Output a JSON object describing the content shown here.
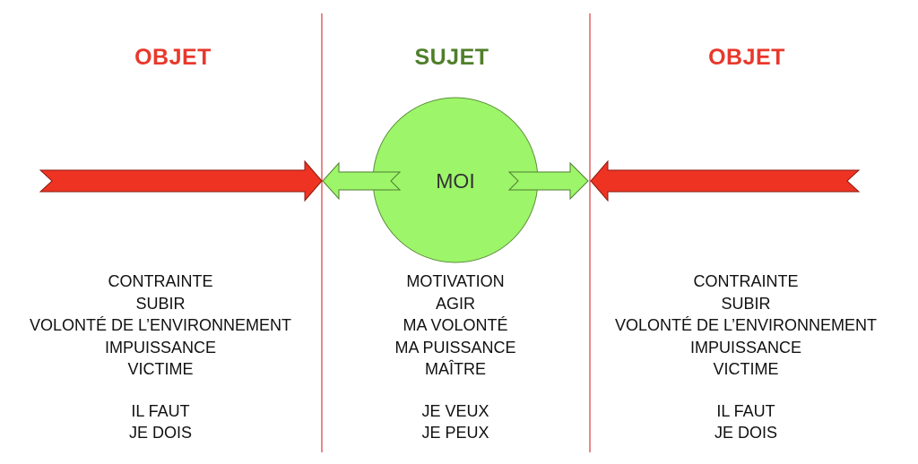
{
  "colors": {
    "objet": "#e8382b",
    "sujet": "#4f7f2a",
    "divider": "#e06060",
    "red_arrow": "#ee3323",
    "green_fill": "#9df56a"
  },
  "titles": {
    "left": "OBJET",
    "center": "SUJET",
    "right": "OBJET"
  },
  "center_label": "MOI",
  "columns": {
    "left": {
      "lines": [
        "CONTRAINTE",
        "SUBIR",
        "VOLONTÉ DE L’ENVIRONNEMENT",
        "IMPUISSANCE",
        "VICTIME"
      ],
      "tail": [
        "IL FAUT",
        "JE DOIS"
      ]
    },
    "center": {
      "lines": [
        "MOTIVATION",
        "AGIR",
        "MA VOLONTÉ",
        "MA PUISSANCE",
        "MAÎTRE"
      ],
      "tail": [
        "JE VEUX",
        "JE PEUX"
      ]
    },
    "right": {
      "lines": [
        "CONTRAINTE",
        "SUBIR",
        "VOLONTÉ DE L’ENVIRONNEMENT",
        "IMPUISSANCE",
        "VICTIME"
      ],
      "tail": [
        "IL FAUT",
        "JE DOIS"
      ]
    }
  }
}
